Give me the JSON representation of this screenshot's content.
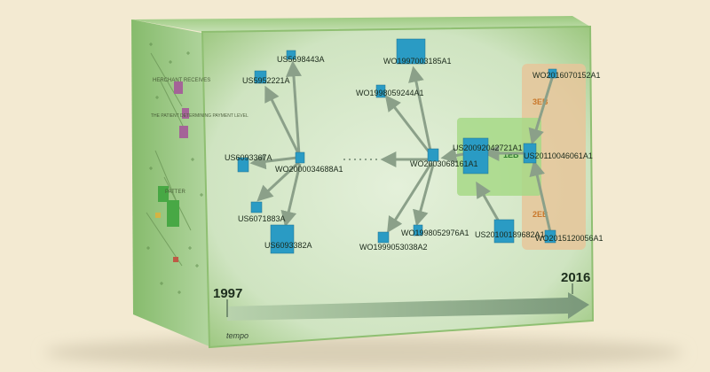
{
  "timeline": {
    "start_year": "1997",
    "end_year": "2016",
    "axis_label": "tempo"
  },
  "groups": {
    "orange_3eb": "3EB",
    "orange_2eb": "2EB",
    "green_1eb": "1EB"
  },
  "nodes": {
    "us5698443a": "US5698443A",
    "us5952221a": "US5952221A",
    "us6093367a": "US6093367A",
    "wo2000034688a1": "WO2000034688A1",
    "us6071883a": "US6071883A",
    "us6093382a": "US6093382A",
    "wo1997003185a1": "WO1997003185A1",
    "wo1998059244a1": "WO1998059244A1",
    "wo2003068161a1": "WO2003068161A1",
    "wo1998052976a1": "WO1998052976A1",
    "wo1999053038a2": "WO1999053038A2",
    "us20092042721a1": "US20092042721A1",
    "us20110046061a1": "US20110046061A1",
    "wo2016070152a1": "WO2016070152A1",
    "us20100189682a1": "US20100189682A1",
    "wo2015120056a1": "WO2015120056A1"
  },
  "side_labels": {
    "top": "HERCHANT RECEIVES",
    "mid": "THE PATIENT DETERMINING PAYMENT LEVEL",
    "bottom": "PATTER"
  },
  "colors": {
    "box_front": "#cfe5c3",
    "box_side": "#9bc98a",
    "node": "#2a9bc4",
    "edge": "#8ba089",
    "orange_band": "#e6c59a",
    "green_band": "#a7d987"
  }
}
